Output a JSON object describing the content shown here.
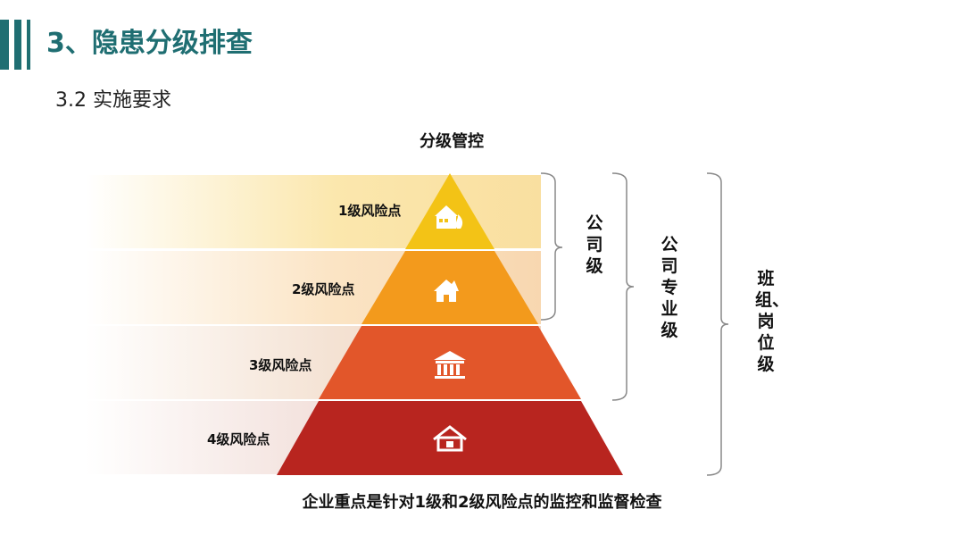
{
  "header": {
    "title": "3、隐患分级排查",
    "subtitle": "3.2  实施要求"
  },
  "diagram": {
    "title": "分级管控",
    "levels": [
      {
        "label": "1级风险点",
        "color": "#f3c316",
        "icon": "house-fire-icon"
      },
      {
        "label": "2级风险点",
        "color": "#f39a1c",
        "icon": "house-damaged-icon"
      },
      {
        "label": "3级风险点",
        "color": "#e2562a",
        "icon": "building-columns-icon"
      },
      {
        "label": "4级风险点",
        "color": "#b8251f",
        "icon": "house-icon"
      }
    ],
    "brackets": [
      {
        "label": "公司级"
      },
      {
        "label": "公司专业级"
      },
      {
        "label": "班组、岗位级"
      }
    ],
    "footer": "企业重点是针对1级和2级风险点的监控和监督检查"
  }
}
